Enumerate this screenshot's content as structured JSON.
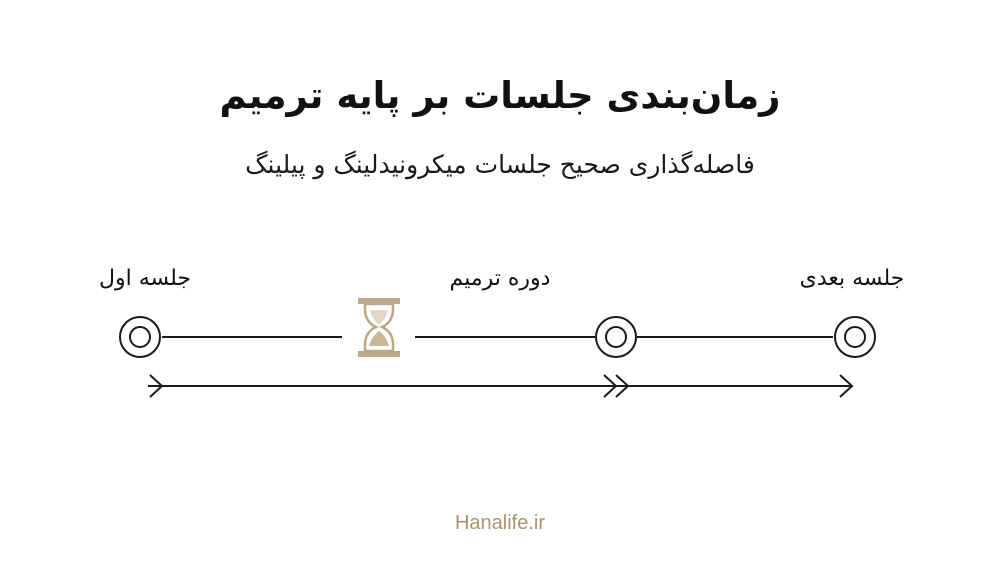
{
  "title": "زمان‌بندی جلسات بر پایه ترمیم",
  "subtitle": "فاصله‌گذاری صحیح جلسات میکرونیدلینگ و پیلینگ",
  "stages": {
    "first_session": "جلسه اول",
    "healing_period": "دوره ترمیم",
    "next_session": "جلسه بعدی"
  },
  "footer": {
    "brand": "Hanalife.ir"
  },
  "colors": {
    "line": "#1a1a1a",
    "hourglass_frame": "#bba98a",
    "hourglass_sand": "#c9b898",
    "footer_text": "#a8956f"
  },
  "icons": {
    "hourglass": "hourglass-icon",
    "node": "circle-node-icon"
  }
}
